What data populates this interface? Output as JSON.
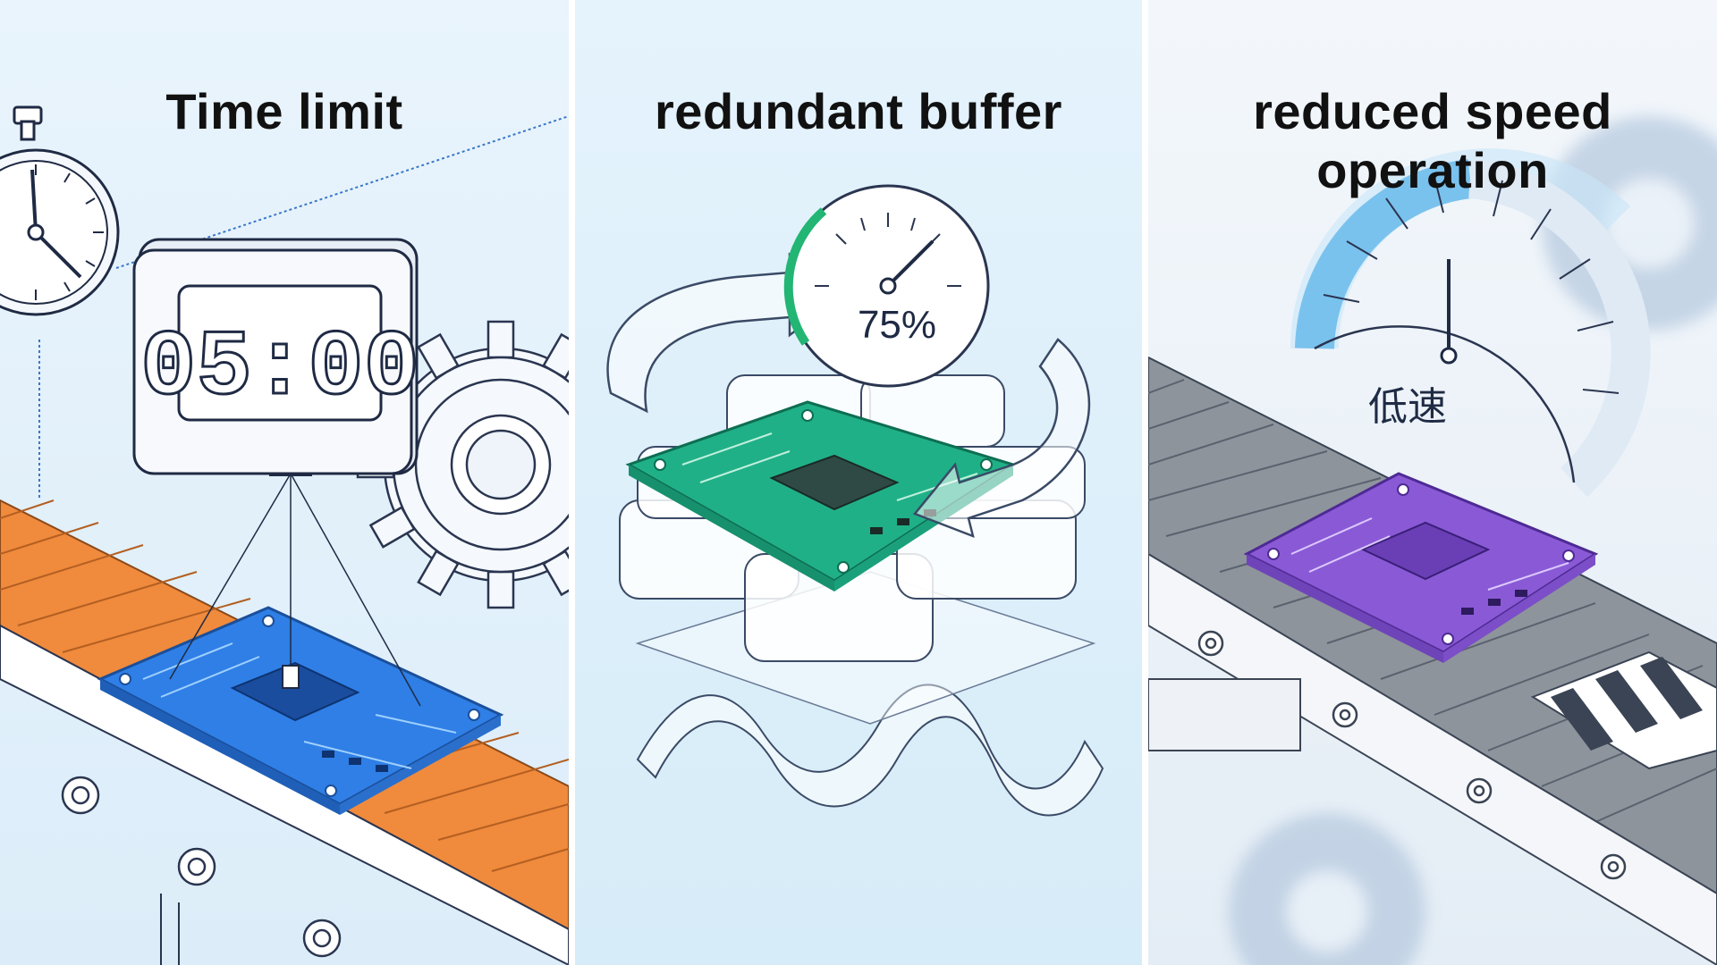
{
  "panels": [
    {
      "title": "Time limit",
      "timer_display": "05:00",
      "board_color": "#2f7fe6",
      "belt_color": "#f08a3c"
    },
    {
      "title": "redundant buffer",
      "gauge_value": "75%",
      "board_color": "#20b088"
    },
    {
      "title": "reduced speed operation",
      "title_line1": "reduced speed",
      "title_line2": "operation",
      "speed_label": "低速",
      "board_color": "#8a5ad6"
    }
  ]
}
